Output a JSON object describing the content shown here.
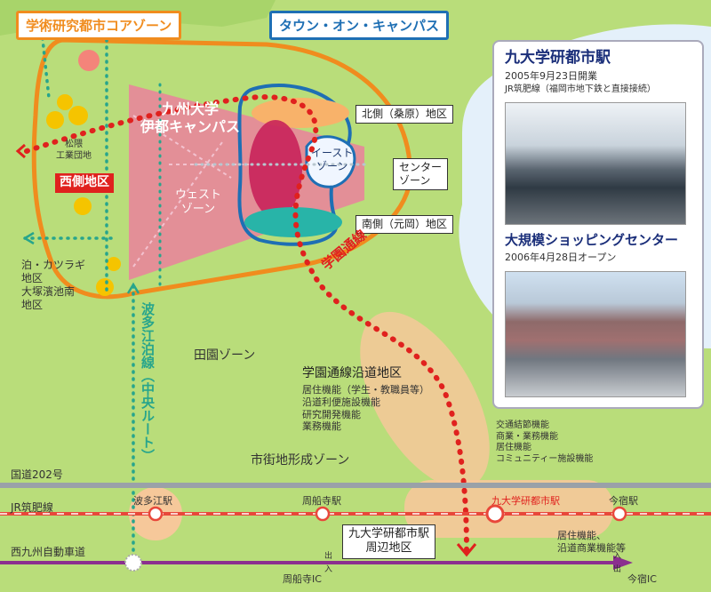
{
  "titles": {
    "core_zone": "学術研究都市コアゾーン",
    "town_on_campus": "タウン・オン・キャンパス"
  },
  "campus": {
    "name": "九州大学\n伊都キャンパス",
    "east_zone": "イースト\nゾーン",
    "west_zone": "ウェスト\nゾーン",
    "center_zone": "センター\nゾーン",
    "north_district": "北側（桑原）地区",
    "south_district": "南側（元岡）地区"
  },
  "west": {
    "industrial_park": "松隈\n工業団地",
    "west_district": "西側地区",
    "tomari_district": "泊・カツラギ\n地区",
    "otsuka_district": "大塚濱池南\n地区"
  },
  "zones": {
    "paddy": "田園ゾーン",
    "urban": "市街地形成ゾーン"
  },
  "lines": {
    "gakuen_line": "学園通線",
    "hatae_line": "波多江泊線（中央ルート）",
    "route202": "国道202号",
    "jr_line": "JR筑肥線",
    "expressway": "西九州自動車道"
  },
  "gakuen_corridor": {
    "title": "学園通線沿道地区",
    "items": [
      "居住機能（学生・教職員等）",
      "沿道利便施設機能",
      "研究開発機能",
      "業務機能"
    ]
  },
  "station_area_functions": [
    "交通結節機能",
    "商業・業務機能",
    "居住機能",
    "コミュニティー施設機能"
  ],
  "stations": [
    "波多江駅",
    "周船寺駅",
    "九大学研都市駅",
    "今宿駅"
  ],
  "station_area": {
    "label": "九大学研都市駅\n周辺地区",
    "east_functions": "居住機能、\n沿道商業機能等"
  },
  "interchanges": {
    "suseonji": "周船寺IC",
    "imajuku": "今宿IC",
    "out": "出",
    "in": "入"
  },
  "callout": {
    "station_title": "九大学研都市駅",
    "station_open": "2005年9月23日開業",
    "station_note": "JR筑肥線（福岡市地下鉄と直接接続）",
    "mall_title": "大規模ショッピングセンター",
    "mall_open": "2006年4月28日オープン"
  },
  "colors": {
    "core_outline": "#f08c1e",
    "campus_fill": "#e8869a",
    "town_outline": "#1e6fb4",
    "gakuen_dots": "#e0211e",
    "green_route": "#27a58c",
    "jr": "#e8473a",
    "expressway": "#8b2f8f"
  }
}
